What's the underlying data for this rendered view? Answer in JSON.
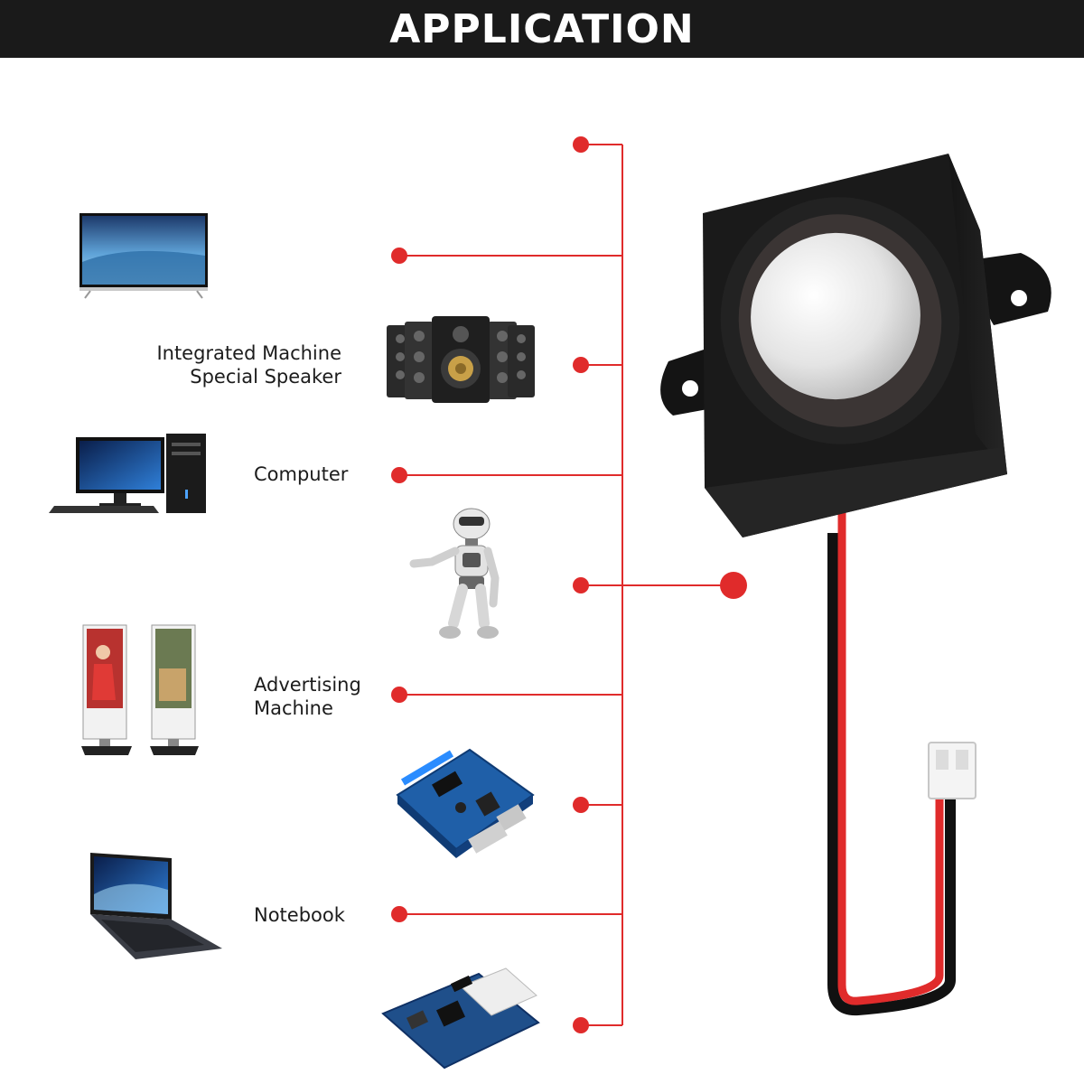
{
  "header": {
    "title": "APPLICATION"
  },
  "labels": {
    "integrated_machine": [
      "Integrated Machine",
      "Special Speaker"
    ],
    "computer": "Computer",
    "advertising_machine": [
      "Advertising",
      "Machine"
    ],
    "notebook": "Notebook"
  },
  "colors": {
    "accent_red": "#e02b2b",
    "header_bg": "#1a1a1a",
    "speaker_body": "#1a1a1a",
    "cone_silver": "#e9e9e9"
  },
  "icons": [
    "tv-icon",
    "speaker-array-icon",
    "desktop-computer-icon",
    "robot-icon",
    "advertising-kiosk-icon",
    "circuit-board-icon",
    "laptop-icon",
    "prototype-board-icon",
    "square-speaker-icon"
  ]
}
